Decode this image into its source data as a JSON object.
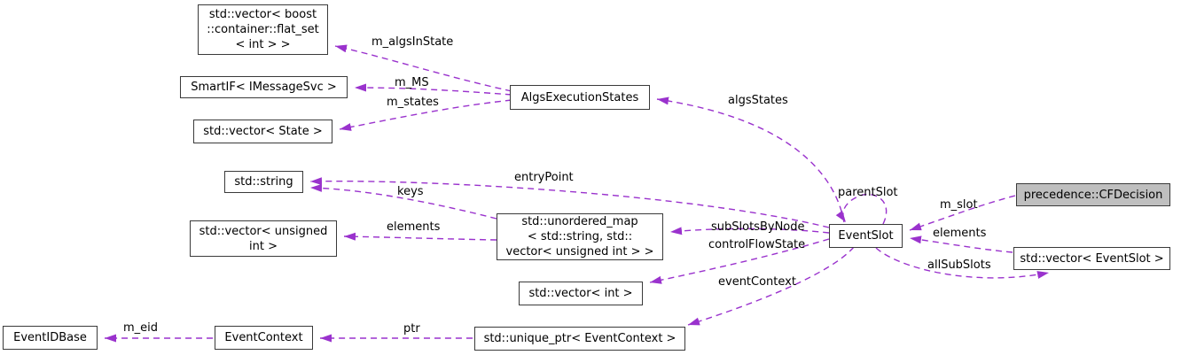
{
  "diagram_type": "class-collaboration-graph",
  "colors": {
    "edge": "#9a32cd",
    "node_border": "#3a3a3a",
    "node_fill": "#ffffff",
    "highlight_fill": "#bfbfbf",
    "text": "#000000"
  },
  "nodes": [
    {
      "label": "std::vector< boost\n::container::flat_set\n< int > >"
    },
    {
      "label": "SmartIF< IMessageSvc >"
    },
    {
      "label": "std::vector< State >"
    },
    {
      "label": "std::string"
    },
    {
      "label": "std::vector< unsigned\nint >"
    },
    {
      "label": "AlgsExecutionStates"
    },
    {
      "label": "std::unordered_map\n< std::string, std::\nvector< unsigned int > >"
    },
    {
      "label": "std::vector< int >"
    },
    {
      "label": "EventIDBase"
    },
    {
      "label": "EventContext"
    },
    {
      "label": "std::unique_ptr< EventContext >"
    },
    {
      "label": "EventSlot"
    },
    {
      "label": "precedence::CFDecision",
      "highlighted": true
    },
    {
      "label": "std::vector< EventSlot >"
    }
  ],
  "edge_labels": {
    "m_algsInState": "m_algsInState",
    "m_MS": "m_MS",
    "m_states": "m_states",
    "keys": "keys",
    "entryPoint": "entryPoint",
    "elements": "elements",
    "subSlotsByNode": "subSlotsByNode",
    "controlFlowState": "controlFlowState",
    "algsStates": "algsStates",
    "parentSlot": "parentSlot",
    "m_slot": "m_slot",
    "allSubSlots": "allSubSlots",
    "eventContext": "eventContext",
    "m_eid": "m_eid",
    "ptr": "ptr"
  }
}
